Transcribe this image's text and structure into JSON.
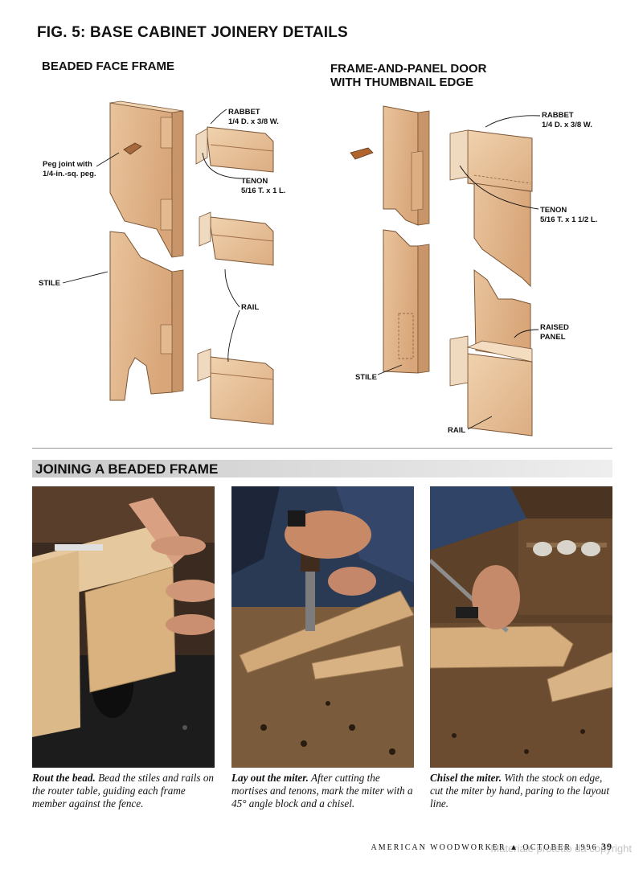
{
  "figure": {
    "title": "FIG. 5: BASE CABINET JOINERY DETAILS",
    "left_heading": "BEADED FACE FRAME",
    "right_heading": [
      "FRAME-AND-PANEL DOOR",
      "WITH THUMBNAIL EDGE"
    ]
  },
  "labels_left": {
    "rabbet": "RABBET",
    "rabbet_dim": "1/4 D. x 3/8 W.",
    "tenon": "TENON",
    "tenon_dim": "5/16 T. x 1 L.",
    "peg_1": "Peg joint with",
    "peg_2": "1/4-in.-sq. peg.",
    "stile": "STILE",
    "rail": "RAIL"
  },
  "labels_right": {
    "rabbet": "RABBET",
    "rabbet_dim": "1/4 D. x 3/8 W.",
    "tenon": "TENON",
    "tenon_dim": "5/16 T. x 1 1/2 L.",
    "raised_1": "RAISED",
    "raised_2": "PANEL",
    "stile": "STILE",
    "rail": "RAIL"
  },
  "section": {
    "title": "JOINING A BEADED FRAME"
  },
  "captions": [
    {
      "lead": "Rout the bead.",
      "text": "Bead the stiles and rails on the router table, guiding each frame member against the fence."
    },
    {
      "lead": "Lay out the miter.",
      "text": "After cutting the mortises and tenons, mark the miter with a 45° angle block and a chisel."
    },
    {
      "lead": "Chisel the miter.",
      "text": "With the stock on edge, cut the miter by hand, paring to the layout line."
    }
  ],
  "footer": {
    "magazine": "AMERICAN WOODWORKER",
    "separator": "▲",
    "date": "OCTOBER 1996",
    "page": "39"
  },
  "watermark": "Materiale protetto da copyright",
  "colors": {
    "wood_light": "#e8c29a",
    "wood_mid": "#d9a77a",
    "wood_dark": "#b9835a",
    "bench": "#6e5236",
    "section_bar": "#cfcfcf"
  }
}
